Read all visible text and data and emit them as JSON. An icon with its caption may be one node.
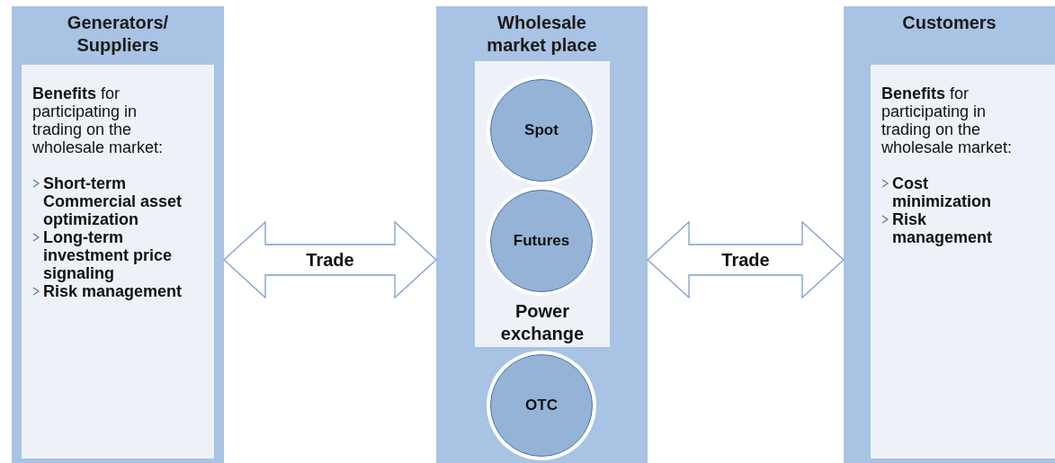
{
  "diagram": {
    "nodes": [
      {
        "text": [
          "Generators/ Suppliers"
        ]
      },
      {
        "text": [
          "**Benefits** for participating in trading on the wholesale market:",
          "Short-term Commercial asset optimization",
          "Long-term investment price signaling",
          "Risk management"
        ],
        "in": 0
      },
      {
        "text": [
          "Wholesale market place"
        ]
      },
      {
        "text": [
          "Power exchange"
        ],
        "in": 2
      },
      {
        "text": [
          "Spot"
        ],
        "in": 3
      },
      {
        "text": [
          "Futures"
        ],
        "in": 3
      },
      {
        "text": [
          "OTC"
        ],
        "in": 2
      },
      {
        "text": [
          "Customers"
        ]
      },
      {
        "text": [
          "**Benefits** for participating in trading on the wholesale market:",
          "Cost minimization",
          "Risk management"
        ],
        "in": 7
      }
    ],
    "edges": [
      {
        "from": 0,
        "to": 2,
        "arrow": "both",
        "label": "Trade"
      },
      {
        "from": 2,
        "to": 7,
        "arrow": "both",
        "label": "Trade"
      }
    ]
  }
}
